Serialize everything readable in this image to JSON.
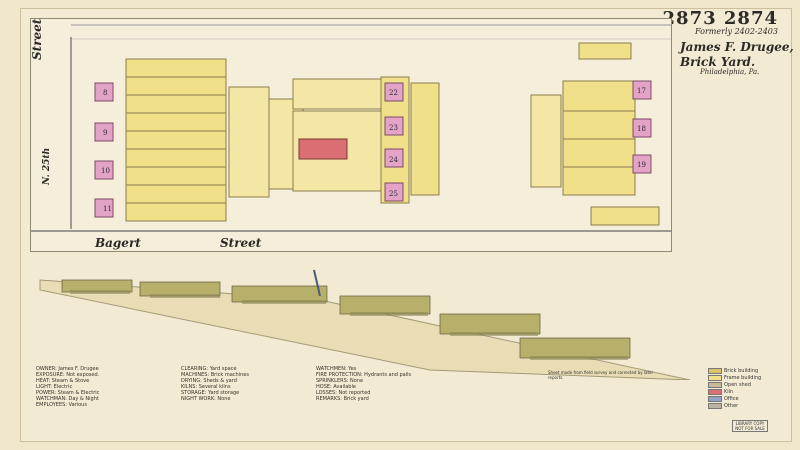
{
  "header": {
    "sheet_number": "2873 2874",
    "formerly": "Formerly 2402-2403",
    "title_line1": "James F. Drugee,",
    "title_line2": "Brick Yard.",
    "city": "Philadelphia, Pa."
  },
  "plan": {
    "left_street": "Street",
    "left_street_2": "N. 25th",
    "bottom_street": "Bagert",
    "bottom_street_2": "Street",
    "kilns": [
      "8",
      "9",
      "10",
      "11",
      "22",
      "23",
      "24",
      "25",
      "17",
      "18",
      "19"
    ]
  },
  "notes": {
    "col1": "OWNER: James F. Drugee\nEXPOSURE: Not exposed.\nHEAT: Steam & Stove\nLIGHT: Electric\nPOWER: Steam & Electric\nWATCHMAN: Day & Night\nEMPLOYEES: Various",
    "col2": "CLEARING: Yard space\nMACHINES: Brick machines\nDRYING: Sheds & yard\nKILNS: Several kilns\nSTORAGE: Yard storage\nNIGHT WORK: None",
    "col3": "WATCHMEN: Yes\nFIRE PROTECTION: Hydrants and pails\nSPRINKLERS: None\nHOSE: Available\nLOSSES: Not reported\nREMARKS: Brick yard",
    "credit": "Sheet made from field survey and corrected by later reports."
  },
  "legend": {
    "items": [
      "Brick building",
      "Frame building",
      "Open shed",
      "Kiln",
      "Office",
      "Other"
    ]
  },
  "stamp": {
    "line1": "LIBRARY COPY",
    "line2": "NOT FOR SALE"
  }
}
